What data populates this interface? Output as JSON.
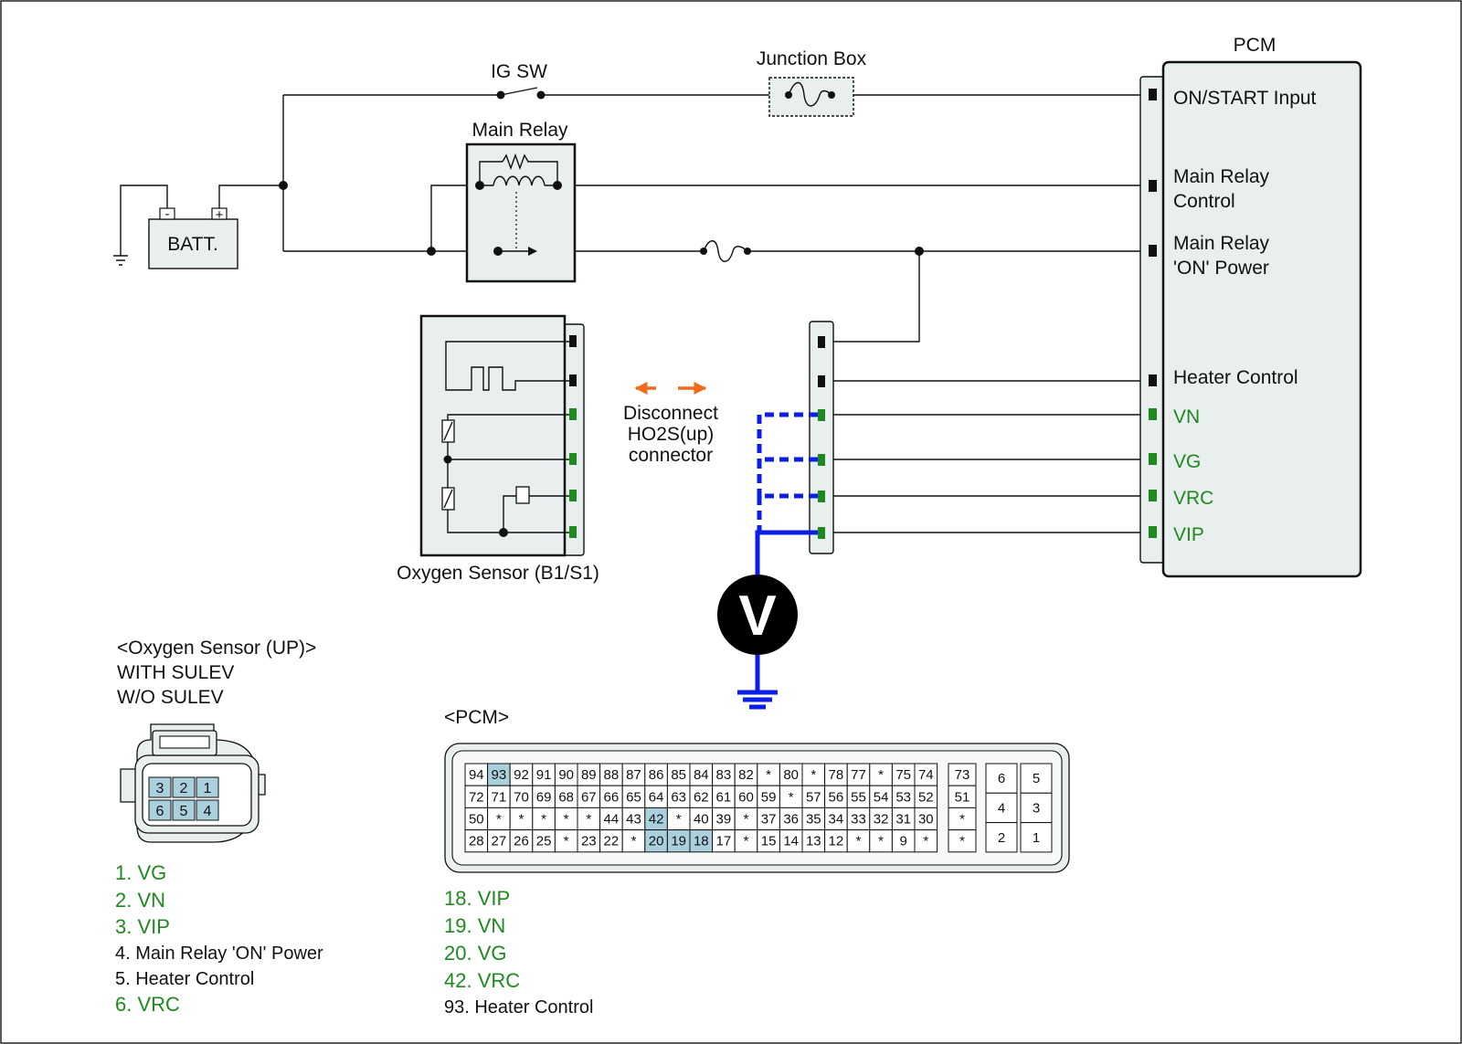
{
  "diagram": {
    "battery": {
      "label": "BATT.",
      "neg": "-",
      "pos": "+"
    },
    "ig_switch": {
      "label": "IG SW"
    },
    "junction_box": {
      "label": "Junction Box"
    },
    "main_relay": {
      "label": "Main Relay"
    },
    "pcm": {
      "title": "PCM",
      "pins": {
        "on_start": "ON/START Input",
        "main_relay_control_1": "Main Relay",
        "main_relay_control_2": "Control",
        "main_relay_on_power_1": "Main Relay",
        "main_relay_on_power_2": "'ON' Power",
        "heater_control": "Heater Control",
        "vn": "VN",
        "vg": "VG",
        "vrc": "VRC",
        "vip": "VIP"
      }
    },
    "oxygen_sensor": {
      "label": "Oxygen Sensor (B1/S1)"
    },
    "disconnect_note": [
      "Disconnect",
      "HO2S(up)",
      "connector"
    ],
    "voltmeter": {
      "label": "V"
    },
    "colors": {
      "signal_green": "#1e8a1e",
      "meter_blue": "#0a1ee6",
      "arrow_orange": "#f26a1b",
      "pin_highlight": "#a9d0dc",
      "body_fill": "#e9eeee"
    }
  },
  "sensor_connector": {
    "title": "<Oxygen Sensor (UP)>",
    "subtitle_1": "WITH SULEV",
    "subtitle_2": "W/O SULEV",
    "top_pins": [
      "3",
      "2",
      "1"
    ],
    "bottom_pins": [
      "6",
      "5",
      "4"
    ],
    "legend": [
      {
        "text": "1. VG",
        "green": true
      },
      {
        "text": "2. VN",
        "green": true
      },
      {
        "text": "3. VIP",
        "green": true
      },
      {
        "text": "4. Main Relay  'ON' Power",
        "green": false
      },
      {
        "text": "5. Heater Control",
        "green": false
      },
      {
        "text": "6. VRC",
        "green": true
      }
    ]
  },
  "pcm_connector": {
    "title": "<PCM>",
    "rows": [
      [
        "94",
        "93",
        "92",
        "91",
        "90",
        "89",
        "88",
        "87",
        "86",
        "85",
        "84",
        "83",
        "82",
        "*",
        "80",
        "*",
        "78",
        "77",
        "*",
        "75",
        "74"
      ],
      [
        "72",
        "71",
        "70",
        "69",
        "68",
        "67",
        "66",
        "65",
        "64",
        "63",
        "62",
        "61",
        "60",
        "59",
        "*",
        "57",
        "56",
        "55",
        "54",
        "53",
        "52"
      ],
      [
        "50",
        "*",
        "*",
        "*",
        "*",
        "*",
        "44",
        "43",
        "42",
        "*",
        "40",
        "39",
        "*",
        "37",
        "36",
        "35",
        "34",
        "33",
        "32",
        "31",
        "30"
      ],
      [
        "28",
        "27",
        "26",
        "25",
        "*",
        "23",
        "22",
        "*",
        "20",
        "19",
        "18",
        "17",
        "*",
        "15",
        "14",
        "13",
        "12",
        "*",
        "*",
        "9",
        "*"
      ]
    ],
    "side_column": [
      "73",
      "51",
      "*",
      "*"
    ],
    "block": [
      [
        "6",
        "5"
      ],
      [
        "4",
        "3"
      ],
      [
        "2",
        "1"
      ]
    ],
    "highlighted": [
      "93",
      "42",
      "20",
      "19",
      "18"
    ],
    "legend": [
      {
        "text": "18. VIP",
        "green": true
      },
      {
        "text": "19. VN",
        "green": true
      },
      {
        "text": "20. VG",
        "green": true
      },
      {
        "text": "42. VRC",
        "green": true
      },
      {
        "text": "93. Heater Control",
        "green": false
      }
    ]
  }
}
